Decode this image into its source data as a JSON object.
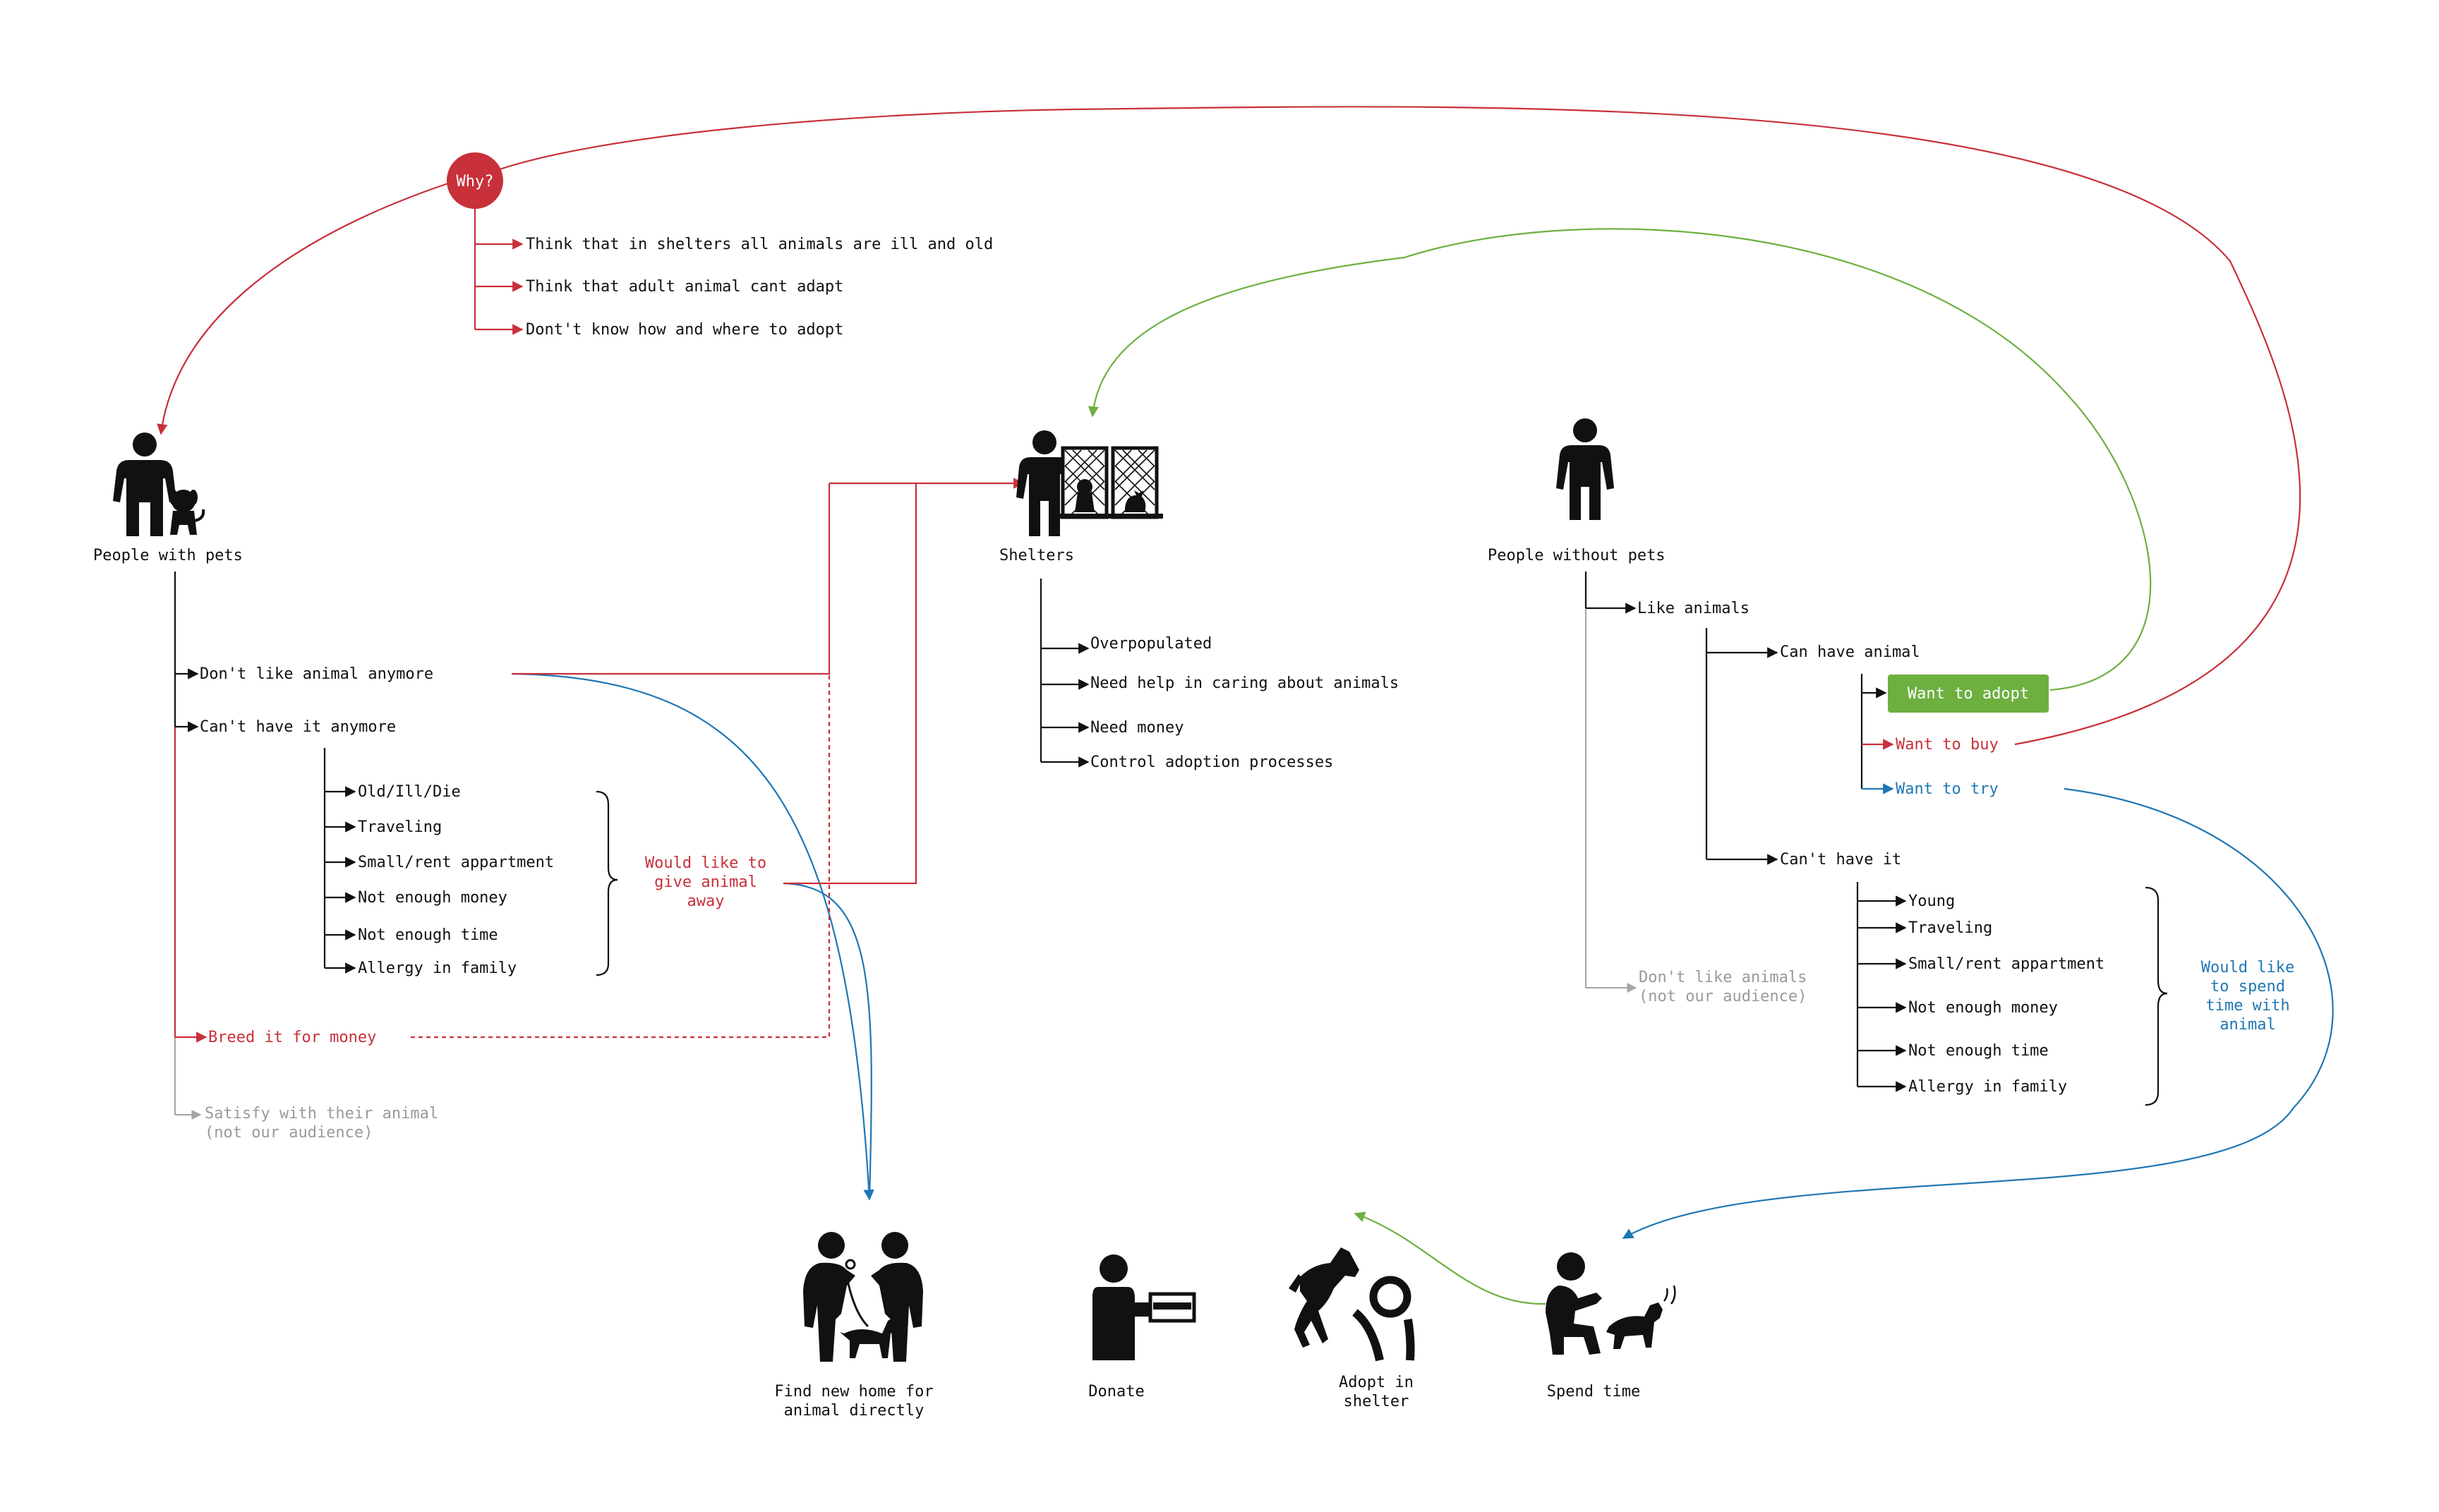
{
  "colors": {
    "red": "#c8303a",
    "blue": "#1f77b4",
    "green": "#6db040",
    "gray": "#9a9a9a",
    "black": "#111111"
  },
  "why": {
    "label": "Why?",
    "reasons": [
      "Think that in shelters all animals are ill and old",
      "Think that adult animal cant adapt",
      "Dont't know how and where to adopt"
    ]
  },
  "people_with_pets": {
    "label": "People with pets",
    "branches": {
      "dont_like": "Don't like animal anymore",
      "cant_have": "Can't have it anymore",
      "breed": "Breed it for money",
      "satisfy_line1": "Satisfy with their animal",
      "satisfy_line2": "(not our audience)"
    },
    "reasons": [
      "Old/Ill/Die",
      "Traveling",
      "Small/rent appartment",
      "Not enough money",
      "Not enough time",
      "Allergy in family"
    ],
    "give_away": [
      "Would like to",
      "give animal",
      "away"
    ]
  },
  "shelters": {
    "label": "Shelters",
    "items": [
      "Overpopulated",
      "Need help in caring about animals",
      "Need money",
      "Control adoption processes"
    ]
  },
  "people_without_pets": {
    "label": "People without pets",
    "like_animals": "Like animals",
    "can_have": "Can have animal",
    "want_adopt": "Want to adopt",
    "want_buy": "Want to buy",
    "want_try": "Want to try",
    "cant_have": "Can't have it",
    "dont_like_line1": "Don't like animals",
    "dont_like_line2": "(not our audience)",
    "reasons": [
      "Young",
      "Traveling",
      "Small/rent appartment",
      "Not enough money",
      "Not enough time",
      "Allergy in family"
    ],
    "spend_time_note": [
      "Would like",
      "to spend",
      "time with",
      "animal"
    ]
  },
  "outcomes": {
    "find_home": [
      "Find new home for",
      "animal directly"
    ],
    "donate": "Donate",
    "adopt": [
      "Adopt in",
      "shelter"
    ],
    "spend_time": "Spend time"
  }
}
